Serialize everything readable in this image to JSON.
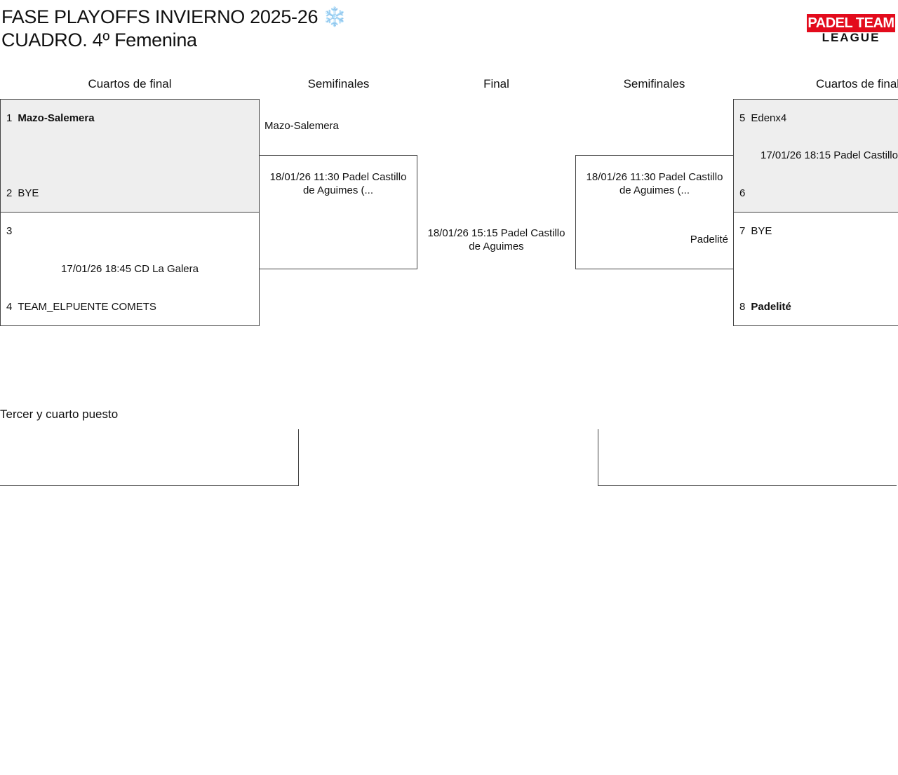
{
  "header": {
    "title_line1": "FASE PLAYOFFS INVIERNO 2025-26 ❄️",
    "title_line2": "CUADRO. 4º Femenina",
    "logo_top": "PADEL TEAM",
    "logo_bottom": "LEAGUE"
  },
  "rounds": {
    "left_quarters": "Cuartos de final",
    "left_semis": "Semifinales",
    "final": "Final",
    "right_semis": "Semifinales",
    "right_quarters": "Cuartos de final"
  },
  "left_quarters": {
    "match1": {
      "seed_a": "1",
      "team_a": "Mazo-Salemera",
      "seed_b": "2",
      "team_b": "BYE"
    },
    "match2": {
      "seed_a": "3",
      "team_a": "",
      "info": "17/01/26 18:45 CD La Galera",
      "seed_b": "4",
      "team_b": "TEAM_ELPUENTE COMETS"
    }
  },
  "left_semi": {
    "team_top": "Mazo-Salemera",
    "info": "18/01/26 11:30 Padel Castillo de Aguimes (..."
  },
  "final": {
    "info": "18/01/26 15:15 Padel Castillo de Aguimes"
  },
  "right_semi": {
    "info": "18/01/26 11:30 Padel Castillo de Aguimes (...",
    "team_bottom": "Padelité"
  },
  "right_quarters": {
    "match1": {
      "seed_a": "5",
      "team_a": "Edenx4",
      "info": "17/01/26 18:15 Padel Castillo",
      "seed_b": "6",
      "team_b": ""
    },
    "match2": {
      "seed_a": "7",
      "team_a": "BYE",
      "seed_b": "8",
      "team_b": "Padelité"
    }
  },
  "third_place": {
    "title": "Tercer y cuarto puesto"
  },
  "colors": {
    "logo_red": "#e30b1c",
    "box_grey": "#eeeeee",
    "border": "#444444"
  }
}
